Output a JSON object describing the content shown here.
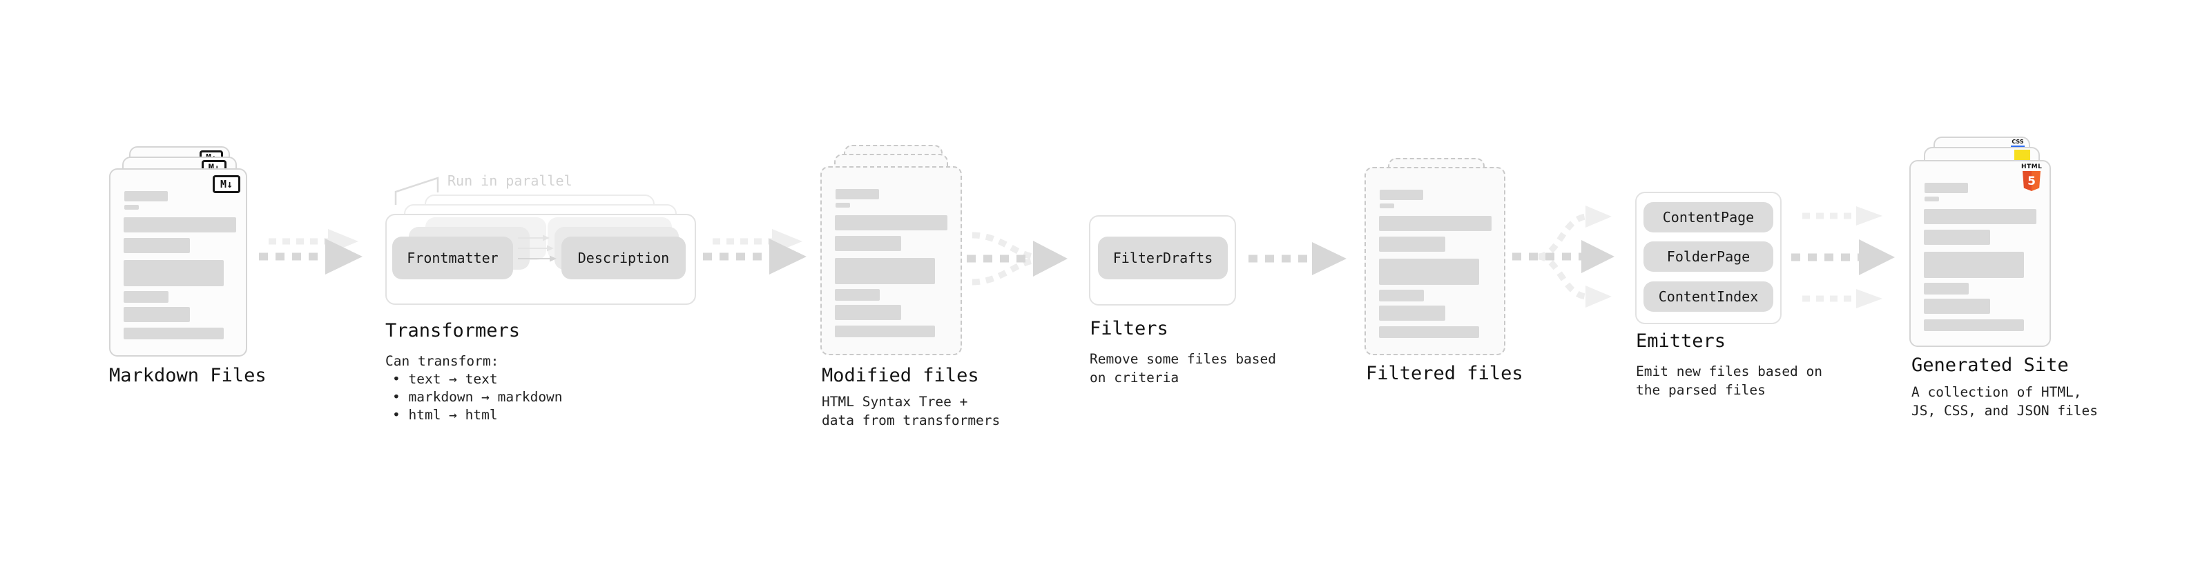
{
  "stages": {
    "markdown": {
      "label": "Markdown Files",
      "badge": "M↓"
    },
    "transformers": {
      "title": "Transformers",
      "annotation": "Run in parallel",
      "pills": [
        "Frontmatter",
        "Description"
      ],
      "subtitle": "Can transform:",
      "bullets": [
        "• text → text",
        "• markdown → markdown",
        "• html → html"
      ]
    },
    "modified": {
      "label": "Modified files",
      "desc": [
        "HTML Syntax Tree +",
        "data from transformers"
      ]
    },
    "filters": {
      "title": "Filters",
      "pill": "FilterDrafts",
      "desc": [
        "Remove some files based",
        "on criteria"
      ]
    },
    "filtered": {
      "label": "Filtered files"
    },
    "emitters": {
      "title": "Emitters",
      "pills": [
        "ContentPage",
        "FolderPage",
        "ContentIndex"
      ],
      "desc": [
        "Emit new files based on",
        "the parsed files"
      ]
    },
    "generated": {
      "label": "Generated Site",
      "desc": [
        "A collection of HTML,",
        "JS, CSS, and JSON files"
      ],
      "badge_html": "HTML",
      "badge_html5_number": "5",
      "badge_css": "CSS"
    }
  },
  "colors": {
    "html5_orange_dark": "#e44d26",
    "html5_orange_light": "#f16529",
    "js_yellow": "#f7df1e",
    "css_blue": "#2f6df1",
    "arrow_gray": "#d7d7d7",
    "arrow_ghost_gray": "#ededed",
    "skeleton_bar_gray": "#d9d9d9"
  }
}
